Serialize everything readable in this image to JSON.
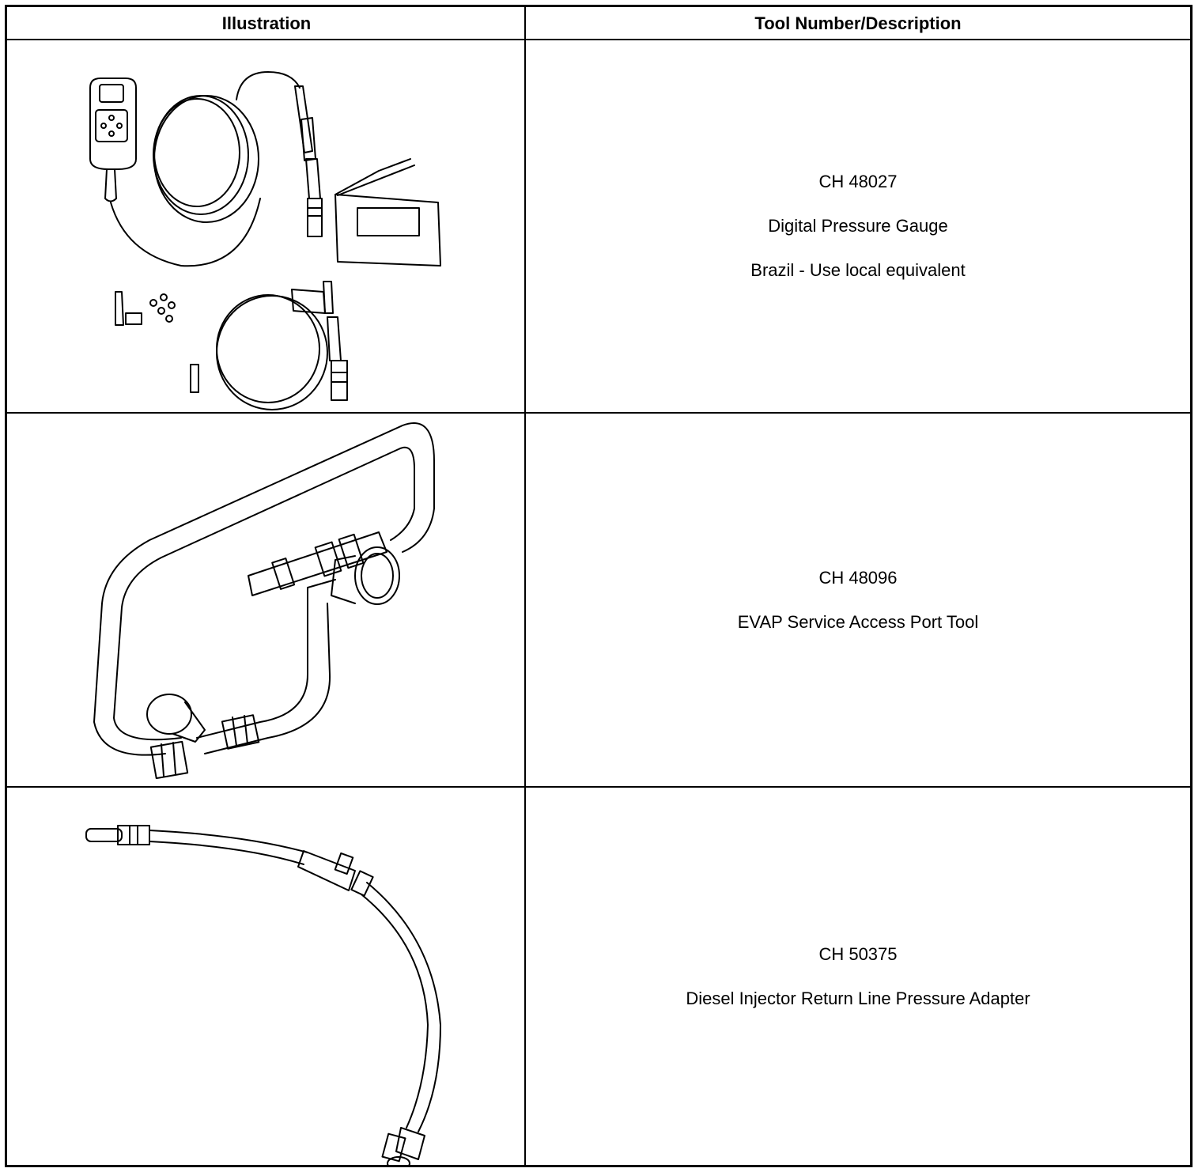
{
  "table": {
    "headers": {
      "illustration": "Illustration",
      "tool": "Tool Number/Description"
    },
    "rows": [
      {
        "illustration_icon": "digital-pressure-gauge-kit-icon",
        "tool_number": "CH 48027",
        "description": "Digital Pressure Gauge",
        "note": "Brazil - Use local equivalent"
      },
      {
        "illustration_icon": "evap-service-access-port-tool-icon",
        "tool_number": "CH 48096",
        "description": "EVAP Service Access Port Tool"
      },
      {
        "illustration_icon": "diesel-injector-return-line-adapter-icon",
        "tool_number": "CH 50375",
        "description": "Diesel Injector Return Line Pressure Adapter"
      }
    ]
  }
}
